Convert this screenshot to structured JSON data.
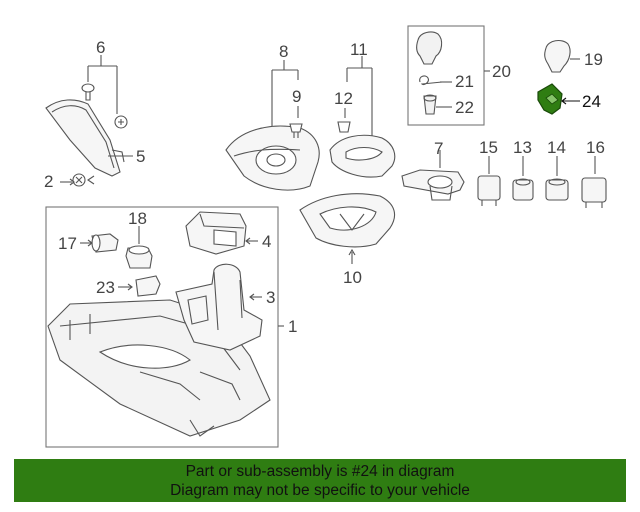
{
  "callouts": {
    "c1": "1",
    "c2": "2",
    "c3": "3",
    "c4": "4",
    "c5": "5",
    "c6": "6",
    "c7": "7",
    "c8": "8",
    "c9": "9",
    "c10": "10",
    "c11": "11",
    "c12": "12",
    "c13": "13",
    "c14": "14",
    "c15": "15",
    "c16": "16",
    "c17": "17",
    "c18": "18",
    "c19": "19",
    "c20": "20",
    "c21": "21",
    "c22": "22",
    "c23": "23",
    "c24": "24"
  },
  "highlight": {
    "part": "24",
    "color": "#2f7d12"
  },
  "banner": {
    "line1": "Part or sub-assembly is #24 in diagram",
    "line2": "Diagram may not be specific to your vehicle"
  }
}
